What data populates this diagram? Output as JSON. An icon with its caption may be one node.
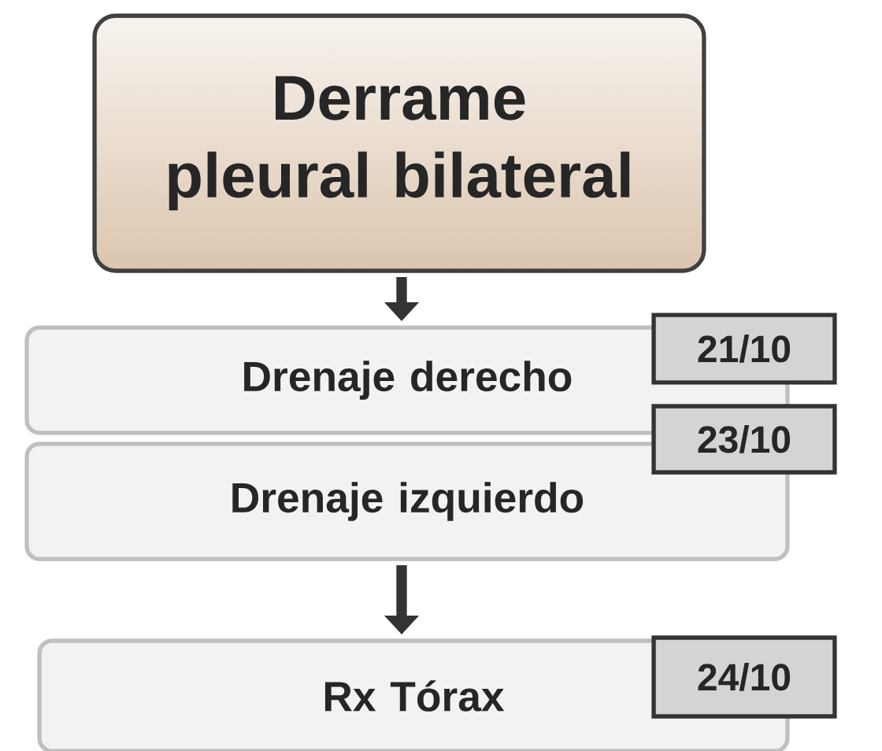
{
  "diagram": {
    "nodes": [
      {
        "text": [
          "Derrame pleural bilateral"
        ]
      },
      {
        "text": [
          "Drenaje derecho"
        ]
      },
      {
        "text": [
          "21/10"
        ]
      },
      {
        "text": [
          "23/10"
        ]
      },
      {
        "text": [
          "Drenaje izquierdo"
        ]
      },
      {
        "text": [
          "Rx Tórax"
        ]
      },
      {
        "text": [
          "24/10"
        ]
      }
    ],
    "edges": [
      {
        "from": 0,
        "to": 1,
        "arrow": "to"
      },
      {
        "from": 4,
        "to": 5,
        "arrow": "to"
      }
    ]
  }
}
